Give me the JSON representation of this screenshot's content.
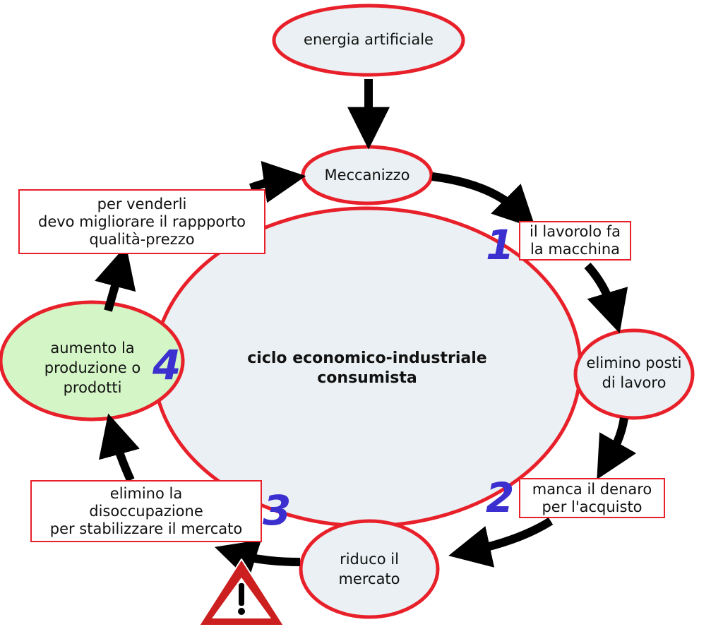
{
  "center": {
    "line1": "ciclo economico-industriale",
    "line2": "consumista"
  },
  "nodes": {
    "energia": "energia artificiale",
    "meccanizzo": "Meccanizzo",
    "elimino_posti": [
      "elimino posti",
      "di lavoro"
    ],
    "riduco": [
      "riduco il",
      "mercato"
    ],
    "aumento": [
      "aumento la",
      "produzione o",
      "prodotti"
    ]
  },
  "boxes": {
    "lavoro": [
      "il lavorolo fa",
      "la macchina"
    ],
    "denaro": [
      "manca il denaro",
      "per l'acquisto"
    ],
    "disoccupazione": [
      "elimino la",
      "disoccupazione",
      "per stabilizzare il mercato"
    ],
    "vendere": [
      "per venderli",
      "devo migliorare il rappporto",
      "qualità-prezzo"
    ]
  },
  "steps": [
    "1",
    "2",
    "3",
    "4"
  ],
  "colors": {
    "ellipse_fill": "#eaf0f3",
    "border": "#e8202a",
    "green_fill": "#d4f5c6",
    "arrow": "#000000",
    "number": "#3b2fcf"
  },
  "icons": {
    "warning": "warning-triangle-icon"
  }
}
